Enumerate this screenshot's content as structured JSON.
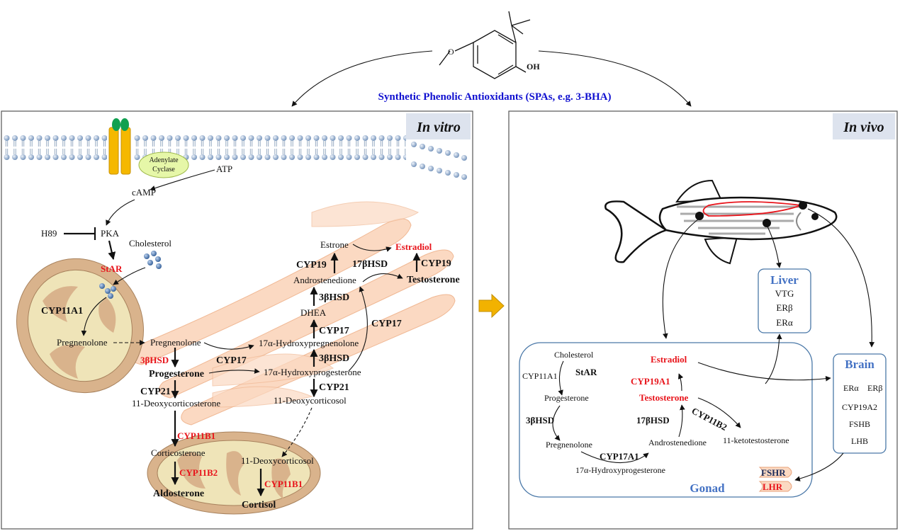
{
  "header": {
    "title": "Synthetic Phenolic Antioxidants (SPAs, e.g. 3-BHA)",
    "oh_label": "OH"
  },
  "panels": {
    "in_vitro_label": "In vitro",
    "in_vivo_label": "In vivo"
  },
  "in_vitro": {
    "adenylate_cyclase": [
      "Adenylate",
      "Cyclase"
    ],
    "atp": "ATP",
    "camp": "cAMP",
    "h89": "H89",
    "pka": "PKA",
    "cholesterol": "Cholesterol",
    "star": "StAR",
    "cyp11a1": "CYP11A1",
    "pregnenolone_mito": "Pregnenolone",
    "pregnenolone_er": "Pregnenolone",
    "hsd3b_red": "3βHSD",
    "progesterone": "Progesterone",
    "cyp17_a": "CYP17",
    "hydroxypregnenolone": "17α-Hydroxypregnenolone",
    "hydroxyprogesterone": "17α-Hydroxyprogesterone",
    "cyp21_a": "CYP21",
    "deoxycorticosterone": "11-Deoxycorticosterone",
    "cyp21_b": "CYP21",
    "deoxycorticosol_er": "11-Deoxycorticosol",
    "hsd3b_b": "3βHSD",
    "cyp17_b": "CYP17",
    "dhea": "DHEA",
    "hsd3b_c": "3βHSD",
    "androstenedione": "Androstenedione",
    "cyp17_c": "CYP17",
    "cyp19_a": "CYP19",
    "estrone": "Estrone",
    "hsd17b": "17βHSD",
    "estradiol": "Estradiol",
    "cyp19_b": "CYP19",
    "testosterone": "Testosterone",
    "cyp11b1_a": "CYP11B1",
    "corticosterone": "Corticosterone",
    "cyp11b2": "CYP11B2",
    "aldosterone": "Aldosterone",
    "deoxycorticosol_mito": "11-Deoxycorticosol",
    "cyp11b1_b": "CYP11B1",
    "cortisol": "Cortisol"
  },
  "in_vivo": {
    "liver": {
      "title": "Liver",
      "items": [
        "VTG",
        "ERβ",
        "ERα"
      ]
    },
    "brain": {
      "title": "Brain",
      "er_a": "ERα",
      "er_b": "ERβ",
      "items": [
        "CYP19A2",
        "FSHB",
        "LHB"
      ]
    },
    "gonad": {
      "title": "Gonad",
      "cholesterol": "Cholesterol",
      "cyp11a1": "CYP11A1",
      "star": "StAR",
      "progesterone": "Progesterone",
      "hsd3b": "3βHSD",
      "pregnenolone": "Pregnenolone",
      "cyp17a1": "CYP17A1",
      "hydroxyprogesterone": "17α-Hydroxyprogesterone",
      "androstenedione": "Androstenedione",
      "hsd17b": "17βHSD",
      "testosterone": "Testosterone",
      "cyp19a1": "CYP19A1",
      "estradiol": "Estradiol",
      "cyp11b2": "CYP11B2",
      "ketotestosterone": "11-ketotestosterone",
      "fshr": "FSHR",
      "lhr": "LHR"
    }
  },
  "colors": {
    "title_blue": "#1010d0",
    "enzyme_red": "#e8141b",
    "organ_blue": "#4472c4",
    "mito_fill": "#d9b38c",
    "er_fill": "#fbd9c2",
    "label_bg": "#dde3ee",
    "arrow_gold": "#f2b200"
  }
}
